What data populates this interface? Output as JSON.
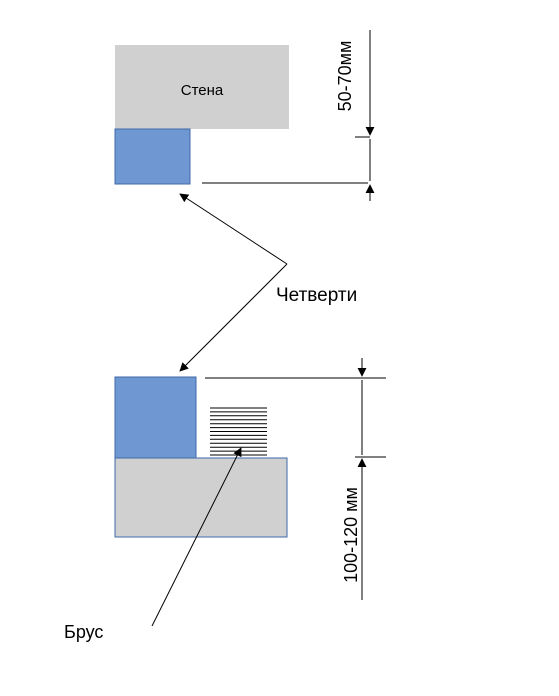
{
  "labels": {
    "wall": "Стена",
    "dim_top": "50-70мм",
    "quarters": "Четверти",
    "dim_bottom": "100-120 мм",
    "beam": "Брус"
  },
  "colors": {
    "wall_fill": "#d0d0d0",
    "quarter_fill": "#6f97d1",
    "quarter_stroke": "#3f69a8",
    "line": "#000000"
  }
}
